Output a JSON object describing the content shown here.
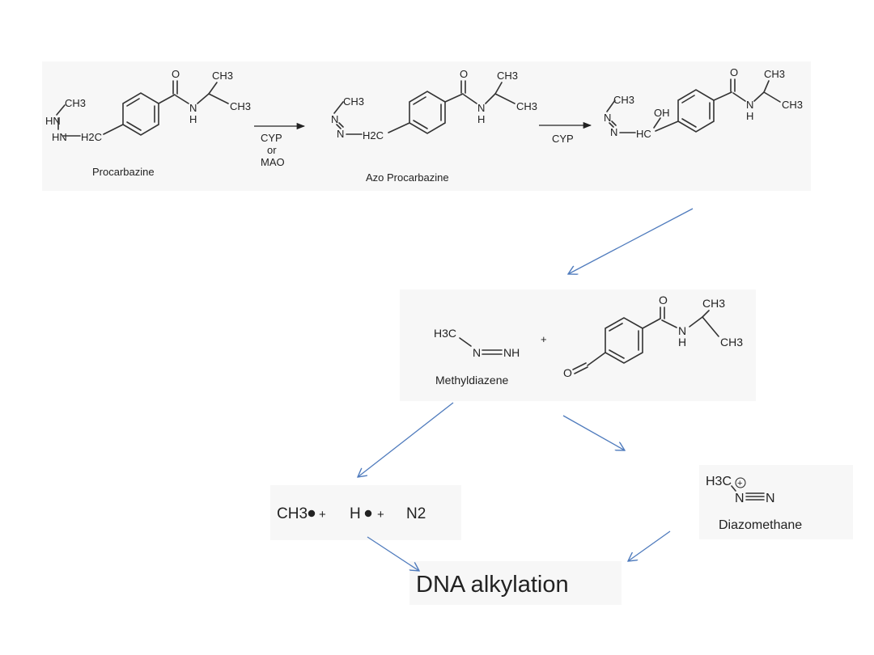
{
  "steps": {
    "procarbazine": {
      "name": "Procarbazine",
      "atoms": [
        "HN",
        "CH3",
        "HN",
        "H2C",
        "O",
        "N",
        "H",
        "CH3",
        "CH3"
      ]
    },
    "step1": {
      "enzyme_line1": "CYP",
      "enzyme_line2": "or",
      "enzyme_line3": "MAO"
    },
    "azo_procarbazine": {
      "name": "Azo Procarbazine",
      "atoms": [
        "N",
        "N",
        "CH3",
        "H2C",
        "O",
        "N",
        "H",
        "CH3",
        "CH3"
      ]
    },
    "step2": {
      "enzyme": "CYP"
    },
    "hydroxy_intermediate": {
      "atoms": [
        "N",
        "N",
        "CH3",
        "HC",
        "OH",
        "O",
        "N",
        "H",
        "CH3",
        "CH3"
      ]
    }
  },
  "cleavage": {
    "methyldiazene": {
      "name": "Methyldiazene",
      "atoms": [
        "H3C",
        "N",
        "NH"
      ]
    },
    "plus": "+",
    "aldehyde": {
      "atoms": [
        "O",
        "O",
        "N",
        "H",
        "CH3",
        "CH3"
      ]
    }
  },
  "radicals": {
    "ch3": "CH3",
    "plus1": "+",
    "h": "H",
    "plus2": "+",
    "n2": "N2"
  },
  "diazomethane": {
    "name": "Diazomethane",
    "atoms": [
      "H3C",
      "N",
      "N"
    ],
    "charge": "+"
  },
  "outcome": "DNA alkylation",
  "colors": {
    "arrow": "#4f7bbd",
    "panel": "#f7f7f7",
    "ink": "#222222"
  }
}
